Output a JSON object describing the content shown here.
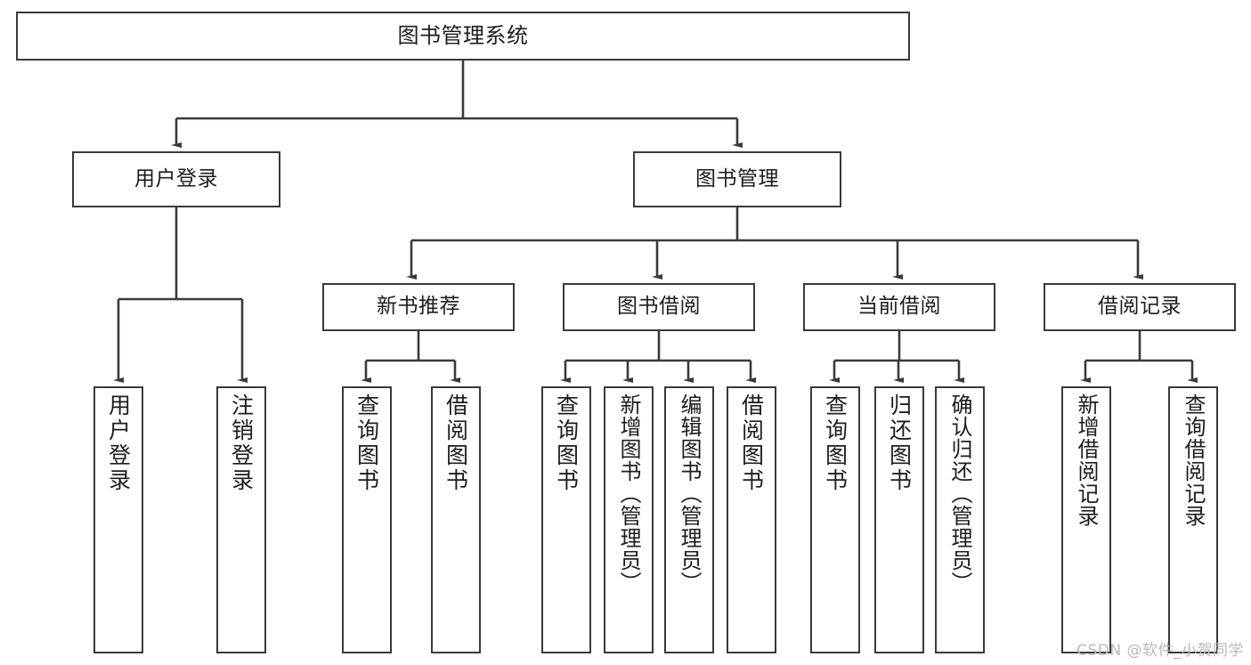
{
  "diagram": {
    "title": "图书管理系统",
    "type": "tree-hierarchy-chart",
    "colors": {
      "background": "#ffffff",
      "node_fill": "#ffffff",
      "node_border": "#3a3a3a",
      "edge": "#3a3a3a",
      "text": "#1d1d1d",
      "watermark": "#b9b9b9"
    },
    "root": {
      "label": "图书管理系统"
    },
    "level2": [
      {
        "label": "用户登录"
      },
      {
        "label": "图书管理"
      }
    ],
    "level3": [
      {
        "label": "新书推荐"
      },
      {
        "label": "图书借阅"
      },
      {
        "label": "当前借阅"
      },
      {
        "label": "借阅记录"
      }
    ],
    "leaves": {
      "user_login": [
        {
          "label": "用户登录"
        },
        {
          "label": "注销登录"
        }
      ],
      "new_book_recommend": [
        {
          "label": "查询图书"
        },
        {
          "label": "借阅图书"
        }
      ],
      "book_borrow": [
        {
          "label": "查询图书"
        },
        {
          "label": "新增图书（管理员）"
        },
        {
          "label": "编辑图书（管理员）"
        },
        {
          "label": "借阅图书"
        }
      ],
      "current_borrow": [
        {
          "label": "查询图书"
        },
        {
          "label": "归还图书"
        },
        {
          "label": "确认归还（管理员）"
        }
      ],
      "borrow_record": [
        {
          "label": "新增借阅记录"
        },
        {
          "label": "查询借阅记录"
        }
      ]
    },
    "watermark": "CSDN @软件_小贺同学"
  }
}
